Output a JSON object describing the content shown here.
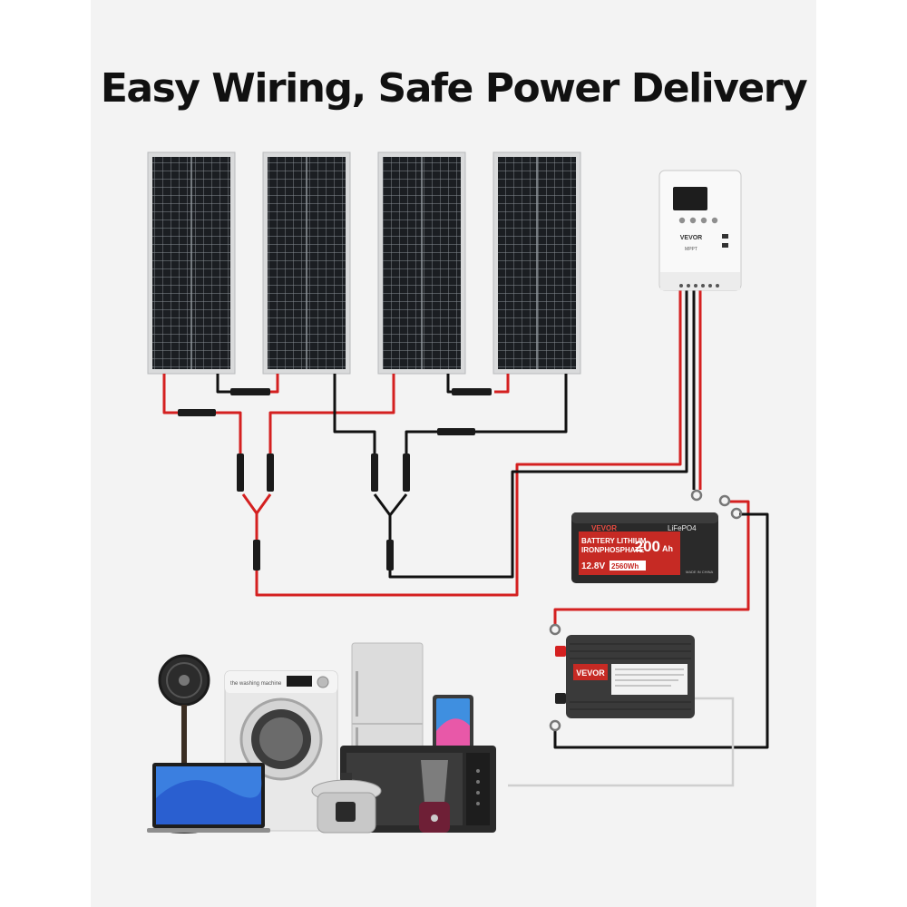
{
  "title": "Easy Wiring, Safe Power Delivery",
  "colors": {
    "positive_wire": "#d42020",
    "negative_wire": "#111111",
    "ac_cable": "#cfcfcf",
    "battery_red": "#c62a24",
    "background": "#f3f3f3"
  },
  "solar_panels": [
    {
      "name": "solar-panel-1"
    },
    {
      "name": "solar-panel-2"
    },
    {
      "name": "solar-panel-3"
    },
    {
      "name": "solar-panel-4"
    }
  ],
  "charge_controller": {
    "brand": "VEVOR",
    "model": "MPPT"
  },
  "battery": {
    "brand": "VEVOR",
    "chemistry": "LiFePO4",
    "line1": "BATTERY LITHIUM",
    "line2": "IRONPHOSPHATE",
    "capacity": "200",
    "capacity_unit": "Ah",
    "voltage": "12.8V",
    "energy": "2560Wh",
    "origin": "MADE IN CHINA"
  },
  "inverter": {
    "brand": "VEVOR"
  },
  "appliances": {
    "washer_label": "the washing machine"
  }
}
